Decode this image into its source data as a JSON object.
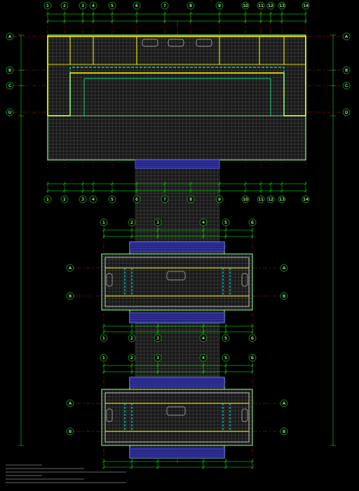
{
  "diagram": {
    "labels": [
      "1",
      "2",
      "3",
      "4",
      "5",
      "6",
      "7",
      "8",
      "9",
      "10",
      "11",
      "12",
      "13",
      "14",
      "A",
      "B",
      "C",
      "D",
      "A",
      "B",
      "C",
      "D",
      "1",
      "2",
      "3",
      "4",
      "5",
      "6",
      "7",
      "8",
      "9",
      "10",
      "11",
      "12",
      "13",
      "14",
      "1",
      "2",
      "3",
      "4",
      "5",
      "6",
      "A",
      "B",
      "A",
      "B",
      "1",
      "2",
      "3",
      "4",
      "5",
      "6",
      "1",
      "2",
      "3",
      "4",
      "5",
      "6",
      "A",
      "B",
      "A",
      "B"
    ]
  }
}
